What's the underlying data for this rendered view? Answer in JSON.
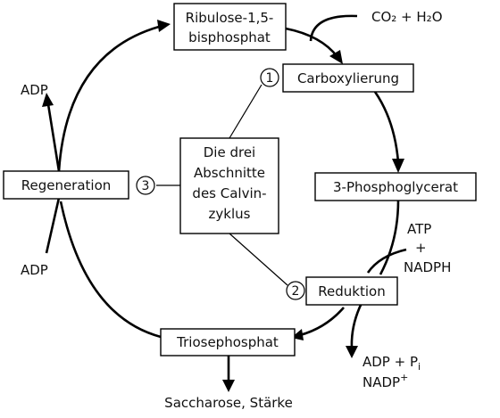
{
  "cycle": {
    "ribulose": [
      "Ribulose-1,5-",
      "bisphosphat"
    ],
    "carboxylierung": "Carboxylierung",
    "phosphoglycerat": "3-Phosphoglycerat",
    "reduktion": "Reduktion",
    "triosephosphat": "Triosephosphat",
    "regeneration": "Regeneration",
    "center": [
      "Die drei",
      "Abschnitte",
      "des Calvin-",
      "zyklus"
    ]
  },
  "inputs": {
    "co2_h2o": "CO₂ + H₂O",
    "atp": "ATP",
    "plus": "+",
    "nadph": "NADPH",
    "adp_bottom": "ADP"
  },
  "outputs": {
    "adp_top": "ADP",
    "adp_pi": "ADP + P",
    "pi_sub": "i",
    "nadp": "NADP",
    "nadp_sup": "+",
    "saccharose": "Saccharose, Stärke"
  },
  "steps": {
    "one": "1",
    "two": "2",
    "three": "3"
  }
}
